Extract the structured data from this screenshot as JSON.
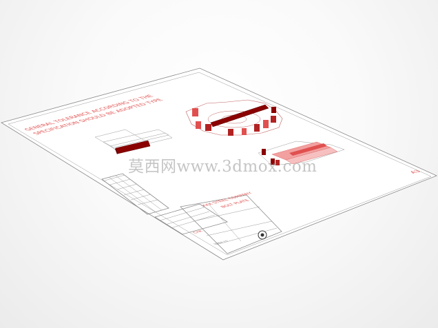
{
  "drawing": {
    "notes_line1": "GENERAL TOLERANCE ACCORDING TO THE",
    "notes_line2": "SPECIFICATION SHOULD BE ADOPTED TYPE",
    "title_company": "XXX STEEL COMPANY",
    "title_name": "BOLT PLATE",
    "title_code": "CHK",
    "title_scale": "SCALE 1:5",
    "sheet_mark": "A3"
  },
  "watermark": {
    "text": "莫西网www.3dmox.com"
  },
  "colors": {
    "accent": "#8b0000",
    "line_red": "#e0504f",
    "pink": "#f2a0a0",
    "frame": "#8a8a8a"
  }
}
